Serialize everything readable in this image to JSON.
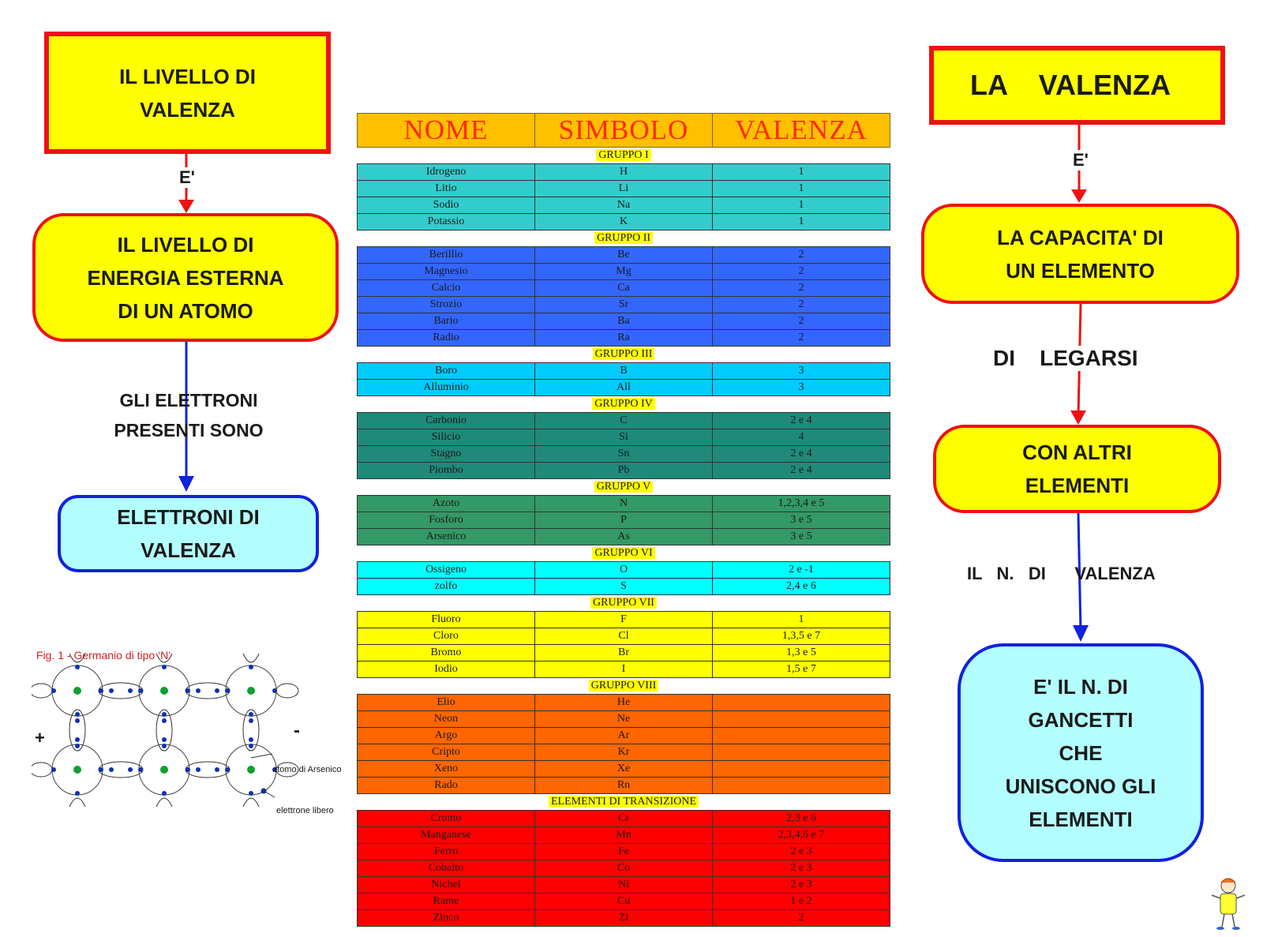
{
  "left": {
    "title": "IL    LIVELLO    DI\nVALENZA",
    "e_label": "E'",
    "definition": "IL    LIVELLO    DI\nENERGIA      ESTERNA\nDI  UN    ATOMO",
    "connector": "GLI      ELETTRONI\nPRESENTI      SONO",
    "result": "ELETTRONI     DI\nVALENZA"
  },
  "right": {
    "title": "LA    VALENZA",
    "e_label": "E'",
    "capacity": "LA     CAPACITA'     DI\nUN      ELEMENTO",
    "legarsi": "DI    LEGARSI",
    "altri": "CON     ALTRI\nELEMENTI",
    "n_valenza": "IL   N.   DI      VALENZA",
    "gancetti": "E'  IL  N.  DI\nGANCETTI\nCHE\nUNISCONO     GLI\nELEMENTI"
  },
  "figure": {
    "caption": "Fig. 1 - Germanio di tipo ‘N’",
    "plus": "+",
    "minus": "-",
    "arsenic_label": "atomo di Arsenico",
    "free_electron_label": "elettrone libero"
  },
  "table": {
    "headers": [
      "NOME",
      "SIMBOLO",
      "VALENZA"
    ],
    "groups": [
      {
        "label": "GRUPPO I",
        "color": "#33cccc",
        "rows": [
          [
            "Idrogeno",
            "H",
            "1"
          ],
          [
            "Litio",
            "Li",
            "1"
          ],
          [
            "Sodio",
            "Na",
            "1"
          ],
          [
            "Potassio",
            "K",
            "1"
          ]
        ]
      },
      {
        "label": "GRUPPO II",
        "color": "#3366ff",
        "rows": [
          [
            "Berillio",
            "Be",
            "2"
          ],
          [
            "Magnesio",
            "Mg",
            "2"
          ],
          [
            "Calcio",
            "Ca",
            "2"
          ],
          [
            "Strozio",
            "Sr",
            "2"
          ],
          [
            "Bario",
            "Ba",
            "2"
          ],
          [
            "Radio",
            "Ra",
            "2"
          ]
        ]
      },
      {
        "label": "GRUPPO III",
        "color": "#00ccff",
        "rows": [
          [
            "Boro",
            "B",
            "3"
          ],
          [
            "Alluminio",
            "All",
            "3"
          ]
        ]
      },
      {
        "label": "GRUPPO IV",
        "color": "#1f8a7a",
        "rows": [
          [
            "Carbonio",
            "C",
            "2 e 4"
          ],
          [
            "Silicio",
            "Si",
            "4"
          ],
          [
            "Stagno",
            "Sn",
            "2 e 4"
          ],
          [
            "Piombo",
            "Pb",
            "2 e 4"
          ]
        ]
      },
      {
        "label": "GRUPPO V",
        "color": "#339966",
        "rows": [
          [
            "Azoto",
            "N",
            "1,2,3,4 e 5"
          ],
          [
            "Fosforo",
            "P",
            "3 e 5"
          ],
          [
            "Arsenico",
            "As",
            "3 e 5"
          ]
        ]
      },
      {
        "label": "GRUPPO VI",
        "color": "#00ffff",
        "rows": [
          [
            "Ossigeno",
            "O",
            "2  e -1"
          ],
          [
            "zolfo",
            "S",
            "2,4 e 6"
          ]
        ]
      },
      {
        "label": "GRUPPO VII",
        "color": "#ffff00",
        "rows": [
          [
            "Fluoro",
            "F",
            "1"
          ],
          [
            "Cloro",
            "Cl",
            "1,3,5 e 7"
          ],
          [
            "Bromo",
            "Br",
            "1,3 e 5"
          ],
          [
            "Iodio",
            "I",
            "1,5 e 7"
          ]
        ]
      },
      {
        "label": "GRUPPO VIII",
        "color": "#ff6600",
        "rows": [
          [
            "Elio",
            "He",
            ""
          ],
          [
            "Neon",
            "Ne",
            ""
          ],
          [
            "Argo",
            "Ar",
            ""
          ],
          [
            "Cripto",
            "Kr",
            ""
          ],
          [
            "Xeno",
            "Xe",
            ""
          ],
          [
            "Rado",
            "Rn",
            ""
          ]
        ]
      },
      {
        "label": "ELEMENTI DI TRANSIZIONE",
        "color": "#ff0000",
        "rows": [
          [
            "Cromo",
            "Cr",
            "2,3 e 6"
          ],
          [
            "Manganese",
            "Mn",
            "2,3,4,6 e 7"
          ],
          [
            "Ferro",
            "Fe",
            "2 e 3"
          ],
          [
            "Cobalto",
            "Co",
            "2 e 3"
          ],
          [
            "Nichel",
            "Ni",
            "2 e 3"
          ],
          [
            "Rame",
            "Cu",
            "1 e 2"
          ],
          [
            "Zinco",
            "Zi",
            "2"
          ]
        ]
      }
    ]
  },
  "colors": {
    "title_fill": "#ffff00",
    "red_border": "#ee1111",
    "blue_border": "#1122dd",
    "cyan_fill": "#b3ffff",
    "header_fill": "#ffc000",
    "header_text": "#ff2a00"
  }
}
